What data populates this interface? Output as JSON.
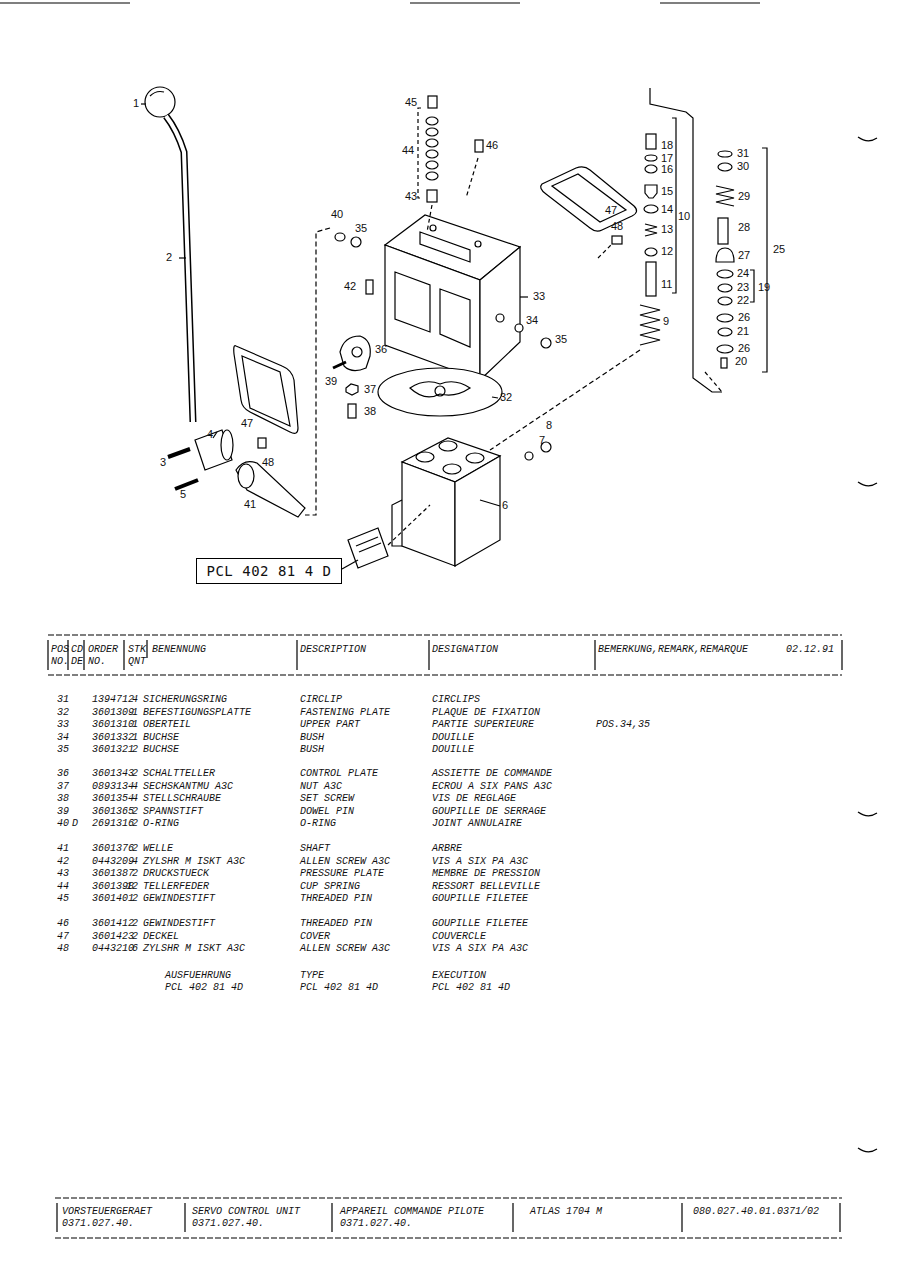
{
  "diagram": {
    "nodes": [
      {
        "text": [
          "PCL 402 81 4 D"
        ]
      }
    ],
    "labels": [
      "1",
      "2",
      "3",
      "4",
      "5",
      "41",
      "47",
      "48",
      "40",
      "35",
      "42",
      "36",
      "39",
      "37",
      "38",
      "45",
      "44",
      "43",
      "46",
      "33",
      "34",
      "35",
      "32",
      "7",
      "8",
      "6",
      "47",
      "48",
      "18",
      "17",
      "16",
      "15",
      "14",
      "13",
      "12",
      "11",
      "10",
      "9",
      "31",
      "30",
      "29",
      "28",
      "27",
      "24",
      "23",
      "19",
      "22",
      "26",
      "21",
      "26",
      "20",
      "25",
      "POS",
      "CD",
      "ORDER",
      "STK",
      "BENENNUNG",
      "DESCRIPTION",
      "DESIGNATION",
      "BEMERKUNG,REMARK,REMARQUE",
      "02.12.91",
      "NO.",
      "DE",
      "NO.",
      "QNT",
      "31",
      "1394712",
      "4",
      "SICHERUNGSRING",
      "CIRCLIP",
      "CIRCLIPS",
      "32",
      "3601309",
      "1",
      "BEFESTIGUNGSPLATTE",
      "FASTENING PLATE",
      "PLAQUE DE FIXATION",
      "33",
      "3601310",
      "1",
      "OBERTEIL",
      "UPPER PART",
      "PARTIE SUPERIEURE",
      "POS.34,35",
      "34",
      "3601332",
      "1",
      "BUCHSE",
      "BUSH",
      "DOUILLE",
      "35",
      "3601321",
      "2",
      "BUCHSE",
      "BUSH",
      "DOUILLE",
      "36",
      "3601343",
      "2",
      "SCHALTTELLER",
      "CONTROL PLATE",
      "ASSIETTE DE COMMANDE",
      "37",
      "0893134",
      "4",
      "SECHSKANTMU A3C",
      "NUT A3C",
      "ECROU A SIX PANS A3C",
      "38",
      "3601354",
      "4",
      "STELLSCHRAUBE",
      "SET SCREW",
      "VIS DE REGLAGE",
      "39",
      "3601365",
      "2",
      "SPANNSTIFT",
      "DOWEL PIN",
      "GOUPILLE DE SERRAGE",
      "40",
      "D",
      "2691316",
      "2",
      "O-RING",
      "O-RING",
      "JOINT ANNULAIRE",
      "41",
      "3601376",
      "2",
      "WELLE",
      "SHAFT",
      "ARBRE",
      "42",
      "0443209",
      "4",
      "ZYLSHR M ISKT A3C",
      "ALLEN SCREW A3C",
      "VIS A SIX PA A3C",
      "43",
      "3601387",
      "2",
      "DRUCKSTUECK",
      "PRESSURE PLATE",
      "MEMBRE DE PRESSION",
      "44",
      "3601398",
      "12",
      "TELLERFEDER",
      "CUP SPRING",
      "RESSORT BELLEVILLE",
      "45",
      "3601401",
      "2",
      "GEWINDESTIFT",
      "THREADED PIN",
      "GOUPILLE FILETEE",
      "46",
      "3601412",
      "2",
      "GEWINDESTIFT",
      "THREADED PIN",
      "GOUPILLE FILETEE",
      "47",
      "3601423",
      "2",
      "DECKEL",
      "COVER",
      "COUVERCLE",
      "48",
      "0443210",
      "6",
      "ZYLSHR M ISKT A3C",
      "ALLEN SCREW A3C",
      "VIS A SIX PA A3C",
      "AUSFUEHRUNG",
      "TYPE",
      "EXECUTION",
      "PCL 402 81 4D",
      "PCL 402 81 4D",
      "PCL 402 81 4D",
      "VORSTEUERGERAET",
      "0371.027.40.",
      "SERVO CONTROL UNIT",
      "0371.027.40.",
      "APPAREIL COMMANDE PILOTE",
      "0371.027.40.",
      "ATLAS 1704 M",
      "080.027.40.01.0371/02"
    ]
  }
}
